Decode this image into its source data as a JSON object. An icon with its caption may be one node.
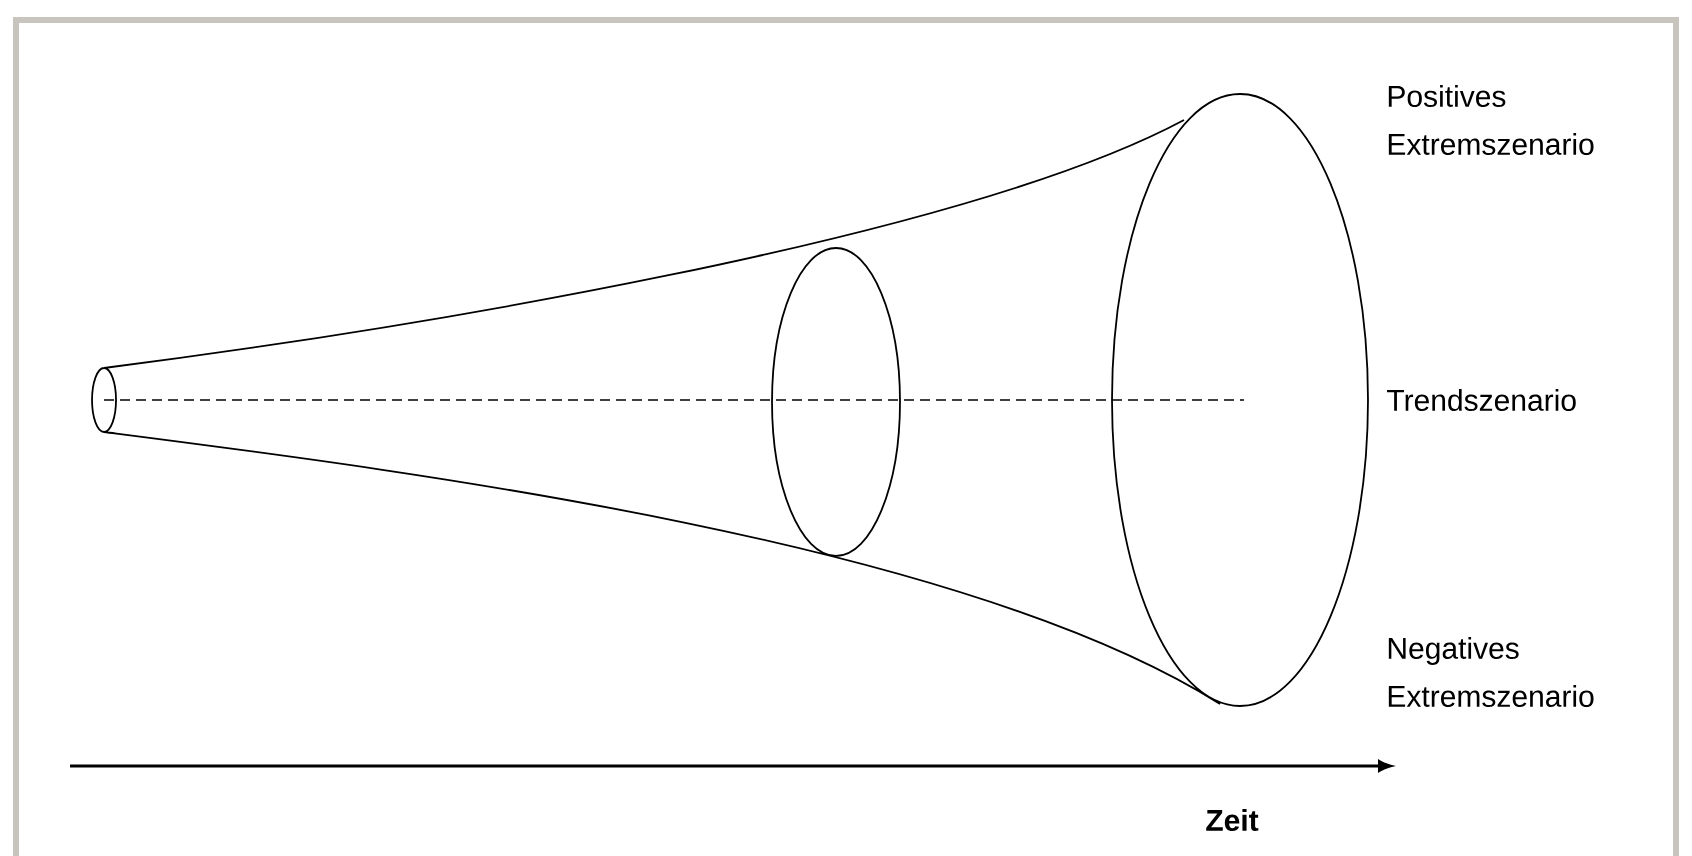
{
  "diagram": {
    "labels": [
      "Positives Extremszenario",
      "Trendszenario",
      "Negatives Extremszenario",
      "Zeit"
    ]
  }
}
